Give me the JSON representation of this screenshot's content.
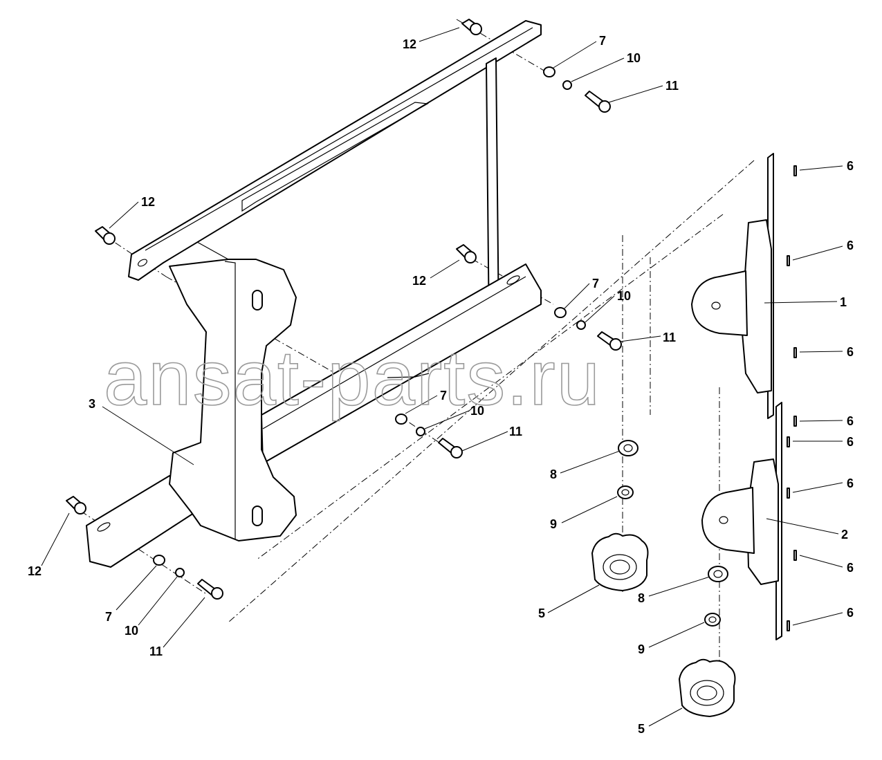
{
  "watermark": "ansat-parts.ru",
  "callouts": {
    "c1": "1",
    "c2": "2",
    "c3": "3",
    "c5a": "5",
    "c5b": "5",
    "c6a": "6",
    "c6b": "6",
    "c6c": "6",
    "c6d": "6",
    "c6e": "6",
    "c6f": "6",
    "c6g": "6",
    "c6h": "6",
    "c7a": "7",
    "c7b": "7",
    "c7c": "7",
    "c7d": "7",
    "c8a": "8",
    "c8b": "8",
    "c9a": "9",
    "c9b": "9",
    "c10a": "10",
    "c10b": "10",
    "c10c": "10",
    "c10d": "10",
    "c11a": "11",
    "c11b": "11",
    "c11c": "11",
    "c11d": "11",
    "c12a": "12",
    "c12b": "12",
    "c12c": "12",
    "c12d": "12"
  }
}
